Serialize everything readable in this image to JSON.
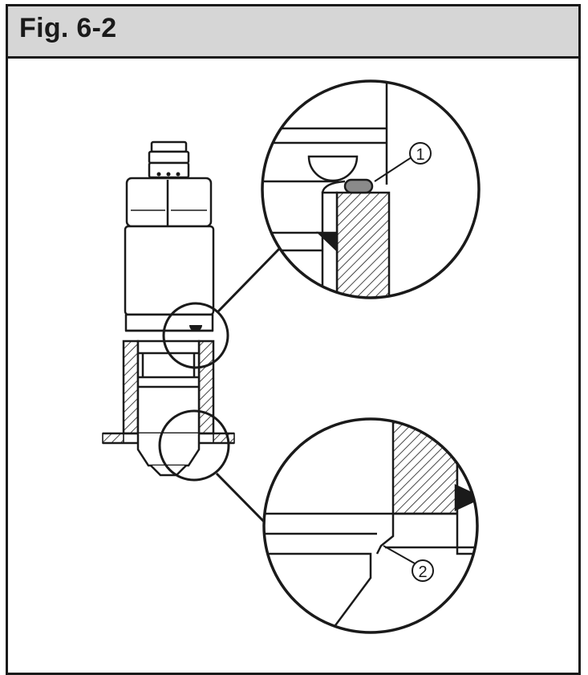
{
  "figure": {
    "title": "Fig. 6-2",
    "callouts": [
      {
        "id": "callout-1",
        "label": "1"
      },
      {
        "id": "callout-2",
        "label": "2"
      }
    ]
  },
  "colors": {
    "line": "#1a1a1a",
    "header_bg": "#d6d6d6",
    "seal": "#8a8a8a",
    "background": "#ffffff"
  }
}
